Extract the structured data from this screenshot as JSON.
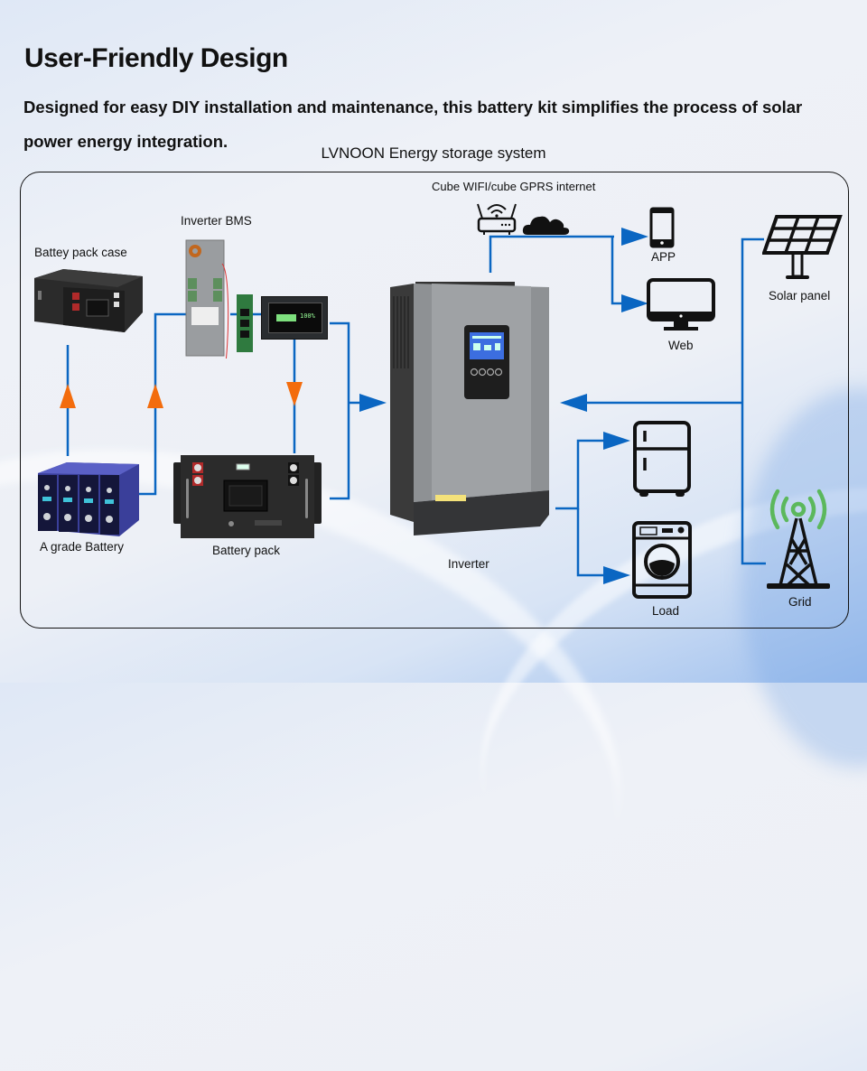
{
  "heading": "User-Friendly Design",
  "description": "Designed for easy DIY installation and maintenance, this battery kit simplifies the process of solar power energy integration.",
  "diagram": {
    "title": "LVNOON Energy storage system",
    "nodes": {
      "battery_case": "Battey pack case",
      "inverter_bms": "Inverter BMS",
      "a_grade_battery": "A grade Battery",
      "battery_pack": "Battery pack",
      "internet": "Cube WIFI/cube GPRS internet",
      "app": "APP",
      "web": "Web",
      "inverter": "Inverter",
      "solar_panel": "Solar panel",
      "load": "Load",
      "grid": "Grid"
    },
    "colors": {
      "connector_line": "#0a66c2",
      "flow_arrow_orange": "#f36c0d",
      "grid_signal": "#5cb85c",
      "icon_stroke": "#111111"
    },
    "bms_display_value": "100%"
  }
}
